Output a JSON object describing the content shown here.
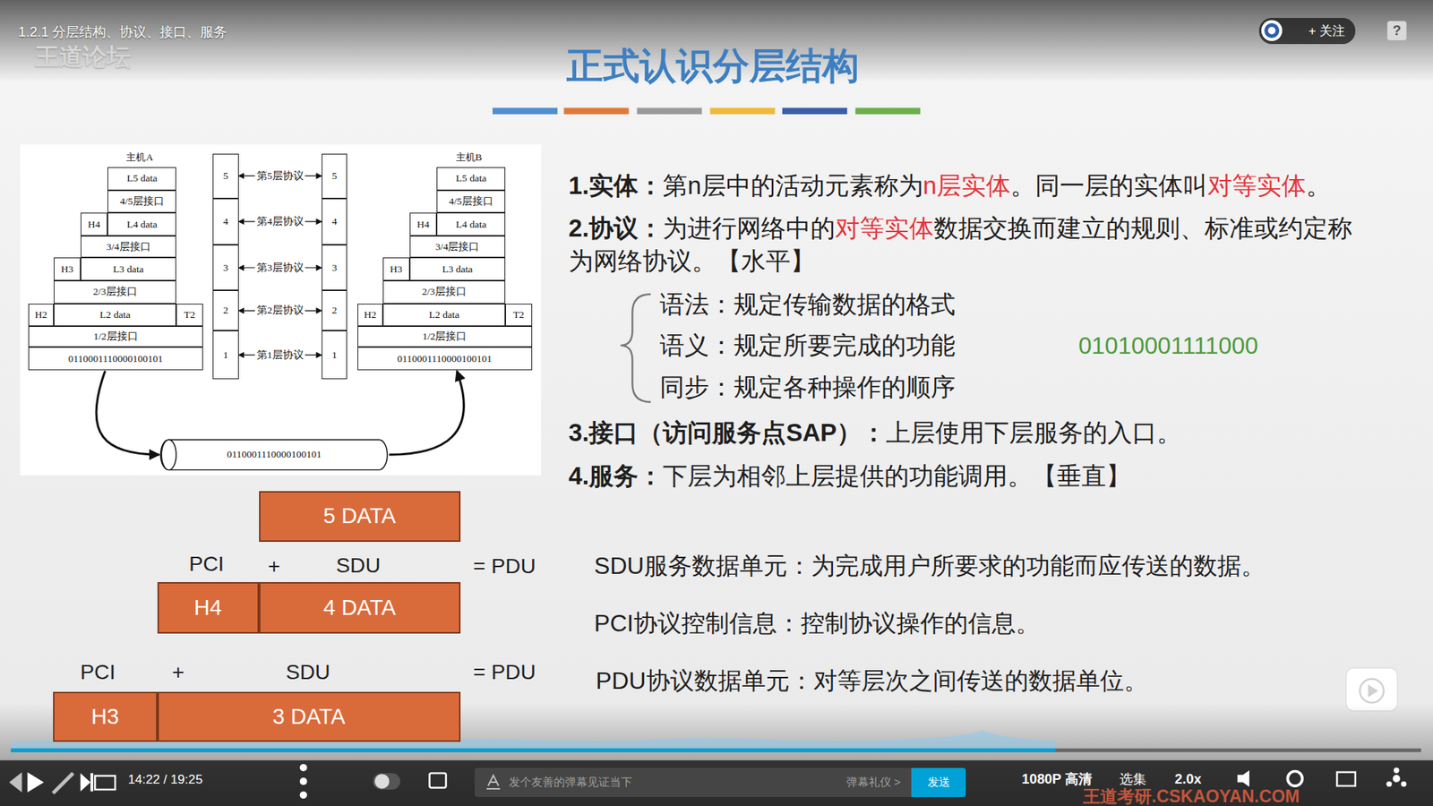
{
  "diagram": {
    "title": "正式认识分层结构",
    "nodes": [
      {
        "text": [
          "+ 关注"
        ]
      },
      {
        "text": [
          "L5 data"
        ]
      },
      {
        "text": [
          "4/5层接口"
        ]
      },
      {
        "text": [
          "H4"
        ]
      },
      {
        "text": [
          "L4 data"
        ]
      },
      {
        "text": [
          "3/4层接口"
        ]
      },
      {
        "text": [
          "H3"
        ]
      },
      {
        "text": [
          "L3 data"
        ]
      },
      {
        "text": [
          "2/3层接口"
        ]
      },
      {
        "text": [
          "H2"
        ]
      },
      {
        "text": [
          "L2 data"
        ]
      },
      {
        "text": [
          "T2"
        ]
      },
      {
        "text": [
          "1/2层接口"
        ]
      },
      {
        "text": [
          "0110001110000100101"
        ]
      },
      {
        "text": [
          "5"
        ]
      },
      {
        "text": [
          "4"
        ]
      },
      {
        "text": [
          "3"
        ]
      },
      {
        "text": [
          "2"
        ]
      },
      {
        "text": [
          "1"
        ]
      },
      {
        "text": [
          "5"
        ]
      },
      {
        "text": [
          "4"
        ]
      },
      {
        "text": [
          "3"
        ]
      },
      {
        "text": [
          "2"
        ]
      },
      {
        "text": [
          "1"
        ]
      },
      {
        "text": [
          "L5 data"
        ]
      },
      {
        "text": [
          "4/5层接口"
        ]
      },
      {
        "text": [
          "H4"
        ]
      },
      {
        "text": [
          "L4 data"
        ]
      },
      {
        "text": [
          "3/4层接口"
        ]
      },
      {
        "text": [
          "H3"
        ]
      },
      {
        "text": [
          "L3 data"
        ]
      },
      {
        "text": [
          "2/3层接口"
        ]
      },
      {
        "text": [
          "H2"
        ]
      },
      {
        "text": [
          "L2 data"
        ]
      },
      {
        "text": [
          "T2"
        ]
      },
      {
        "text": [
          "1/2层接口"
        ]
      },
      {
        "text": [
          "0110001110000100101"
        ]
      },
      {
        "text": [
          "0110001110000100101"
        ]
      },
      {
        "text": [
          "5 DATA"
        ]
      },
      {
        "text": [
          "H4"
        ]
      },
      {
        "text": [
          "4 DATA"
        ]
      },
      {
        "text": [
          "H3"
        ]
      },
      {
        "text": [
          "3 DATA"
        ]
      },
      {
        "text": [
          "发个友善的弹幕见证当下",
          "弹幕礼仪 >"
        ]
      },
      {
        "text": [
          "发送"
        ]
      }
    ],
    "edges": [
      {
        "from": 14,
        "to": 19,
        "arrow": "both",
        "label": "第5层协议"
      },
      {
        "from": 15,
        "to": 20,
        "arrow": "both",
        "label": "第4层协议"
      },
      {
        "from": 16,
        "to": 21,
        "arrow": "both",
        "label": "第3层协议"
      },
      {
        "from": 17,
        "to": 22,
        "arrow": "both",
        "label": "第2层协议"
      },
      {
        "from": 18,
        "to": 23,
        "arrow": "both",
        "label": "第1层协议"
      },
      {
        "from": 13,
        "to": 37,
        "arrow": "to"
      },
      {
        "from": 37,
        "to": 36,
        "arrow": "to"
      }
    ],
    "labels": [
      "1.2.1 分层结构、协议、接口、服务",
      "王道论坛",
      "?",
      "正式认识分层结构",
      "主机A",
      "主机B",
      "1.实体：",
      "第n层中的活动元素称为",
      "n层实体",
      "。同一层的实体叫",
      "对等实体",
      "。",
      "2.协议：",
      "为进行网络中的",
      "对等实体",
      "数据交换而建立的规则、标准或约定称为网络协议。【水平】",
      "语法：规定传输数据的格式",
      "语义：规定所要完成的功能",
      "01010001111000",
      "同步：规定各种操作的顺序",
      "3.接口（访问服务点SAP）：",
      "上层使用下层服务的入口。",
      "4.服务：",
      "下层为相邻上层提供的功能调用。【垂直】",
      "PCI",
      "+",
      "SDU",
      "= PDU",
      "SDU服务数据单元：为完成用户所要求的功能而应传送的数据。",
      "PCI",
      "+",
      "SDU",
      "= PDU",
      "PCI协议控制信息：控制协议操作的信息。",
      "PDU协议数据单元：对等层次之间传送的数据单位。",
      "14:22 / 19:25",
      "1080P 高清",
      "选集",
      "2.0x",
      "王道考研.CSKAOYAN.COM"
    ]
  }
}
